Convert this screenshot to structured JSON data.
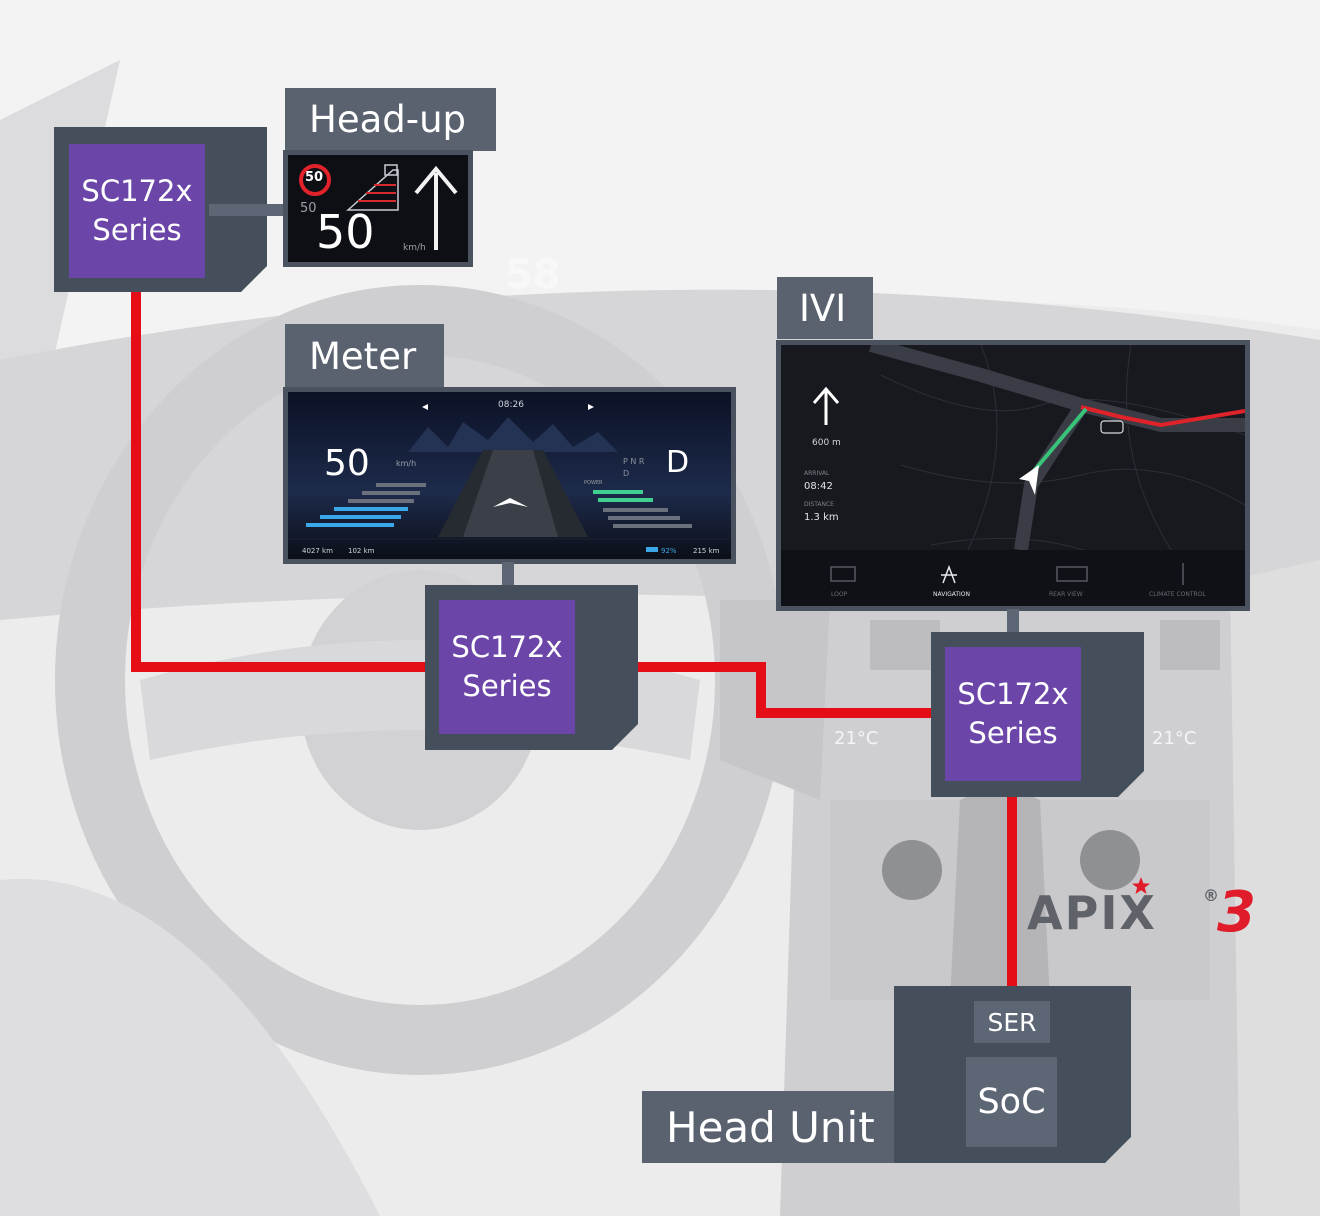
{
  "colors": {
    "panel": "#454e5b",
    "chip": "#6b46a8",
    "wire": "#e50d16",
    "label_bg": "#5a6270"
  },
  "labels": {
    "head_up": "Head-up",
    "meter": "Meter",
    "ivi": "IVI",
    "head_unit": "Head Unit"
  },
  "chips": {
    "hud": [
      "SC172x",
      "Series"
    ],
    "meter": [
      "SC172x",
      "Series"
    ],
    "ivi": [
      "SC172x",
      "Series"
    ]
  },
  "head_unit": {
    "ser": "SER",
    "soc": "SoC"
  },
  "logo": {
    "brand": "APIX",
    "reg": "®",
    "version": "3"
  },
  "hud_screen": {
    "speed_limit": "50",
    "set_speed": "50",
    "speed": "50",
    "unit": "km/h"
  },
  "meter_screen": {
    "time": "08:26",
    "speed": "50",
    "unit": "km/h",
    "gears": "P N R D",
    "gear": "D",
    "odo": "4027 km",
    "trip": "102 km",
    "battery": "92%",
    "range": "215 km",
    "power": "POWER"
  },
  "ivi_screen": {
    "distance": "600 m",
    "arrival_label": "ARRIVAL",
    "arrival": "08:42",
    "distance_label": "DISTANCE",
    "remaining": "1.3 km",
    "menu": [
      "LOOP",
      "NAVIGATION",
      "REAR VIEW",
      "CLIMATE CONTROL"
    ]
  },
  "background": {
    "temp_left": "21°C",
    "temp_right": "21°C",
    "windshield_speed": "58"
  }
}
